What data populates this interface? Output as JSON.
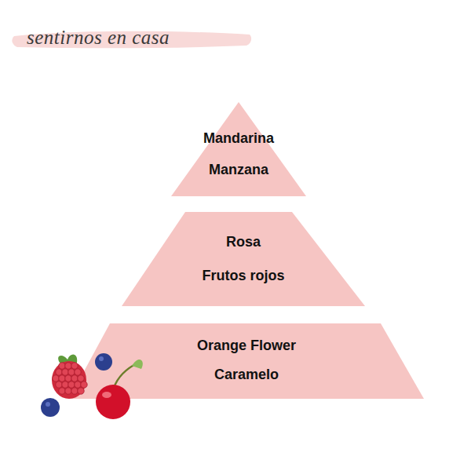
{
  "diagram": {
    "title": "sentirnos en casa",
    "nodes": [
      {
        "text": [
          "Mandarina",
          "Manzana"
        ]
      },
      {
        "text": [
          "Rosa",
          "Frutos rojos"
        ]
      },
      {
        "text": [
          "Orange Flower",
          "Caramelo"
        ]
      }
    ]
  }
}
